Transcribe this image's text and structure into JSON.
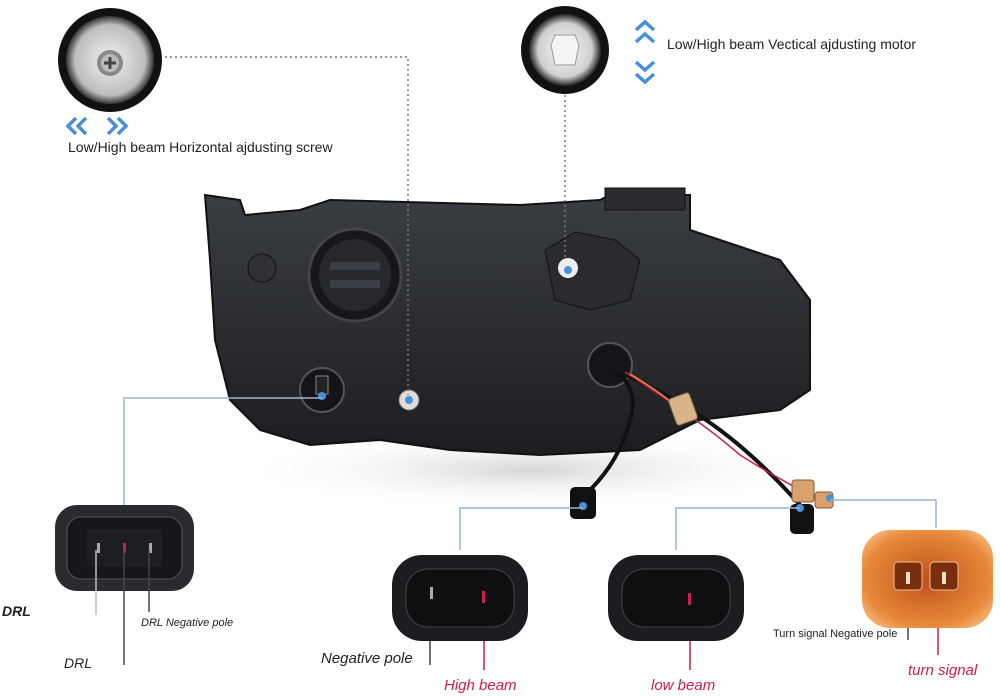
{
  "labels": {
    "horizontal_screw": "Low/High beam Horizontal ajdusting screw",
    "vertical_motor": "Low/High beam Vectical ajdusting motor",
    "drl_left": "DRL",
    "drl_negative": "DRL Negative pole",
    "drl_bottom": "DRL",
    "negative_pole": "Negative pole",
    "high_beam": "High beam",
    "low_beam": "low beam",
    "turn_negative": "Turn signal Negative pole",
    "turn_signal": "turn signal"
  },
  "colors": {
    "accent_blue": "#4a90d9",
    "pin_red": "#c8204a",
    "connector_orange": "#e8893a",
    "housing": "#2a2c30"
  },
  "icons": [
    "screw-closeup-icon",
    "motor-closeup-icon",
    "chevron-left-icon",
    "chevron-right-icon",
    "chevron-up-icon",
    "chevron-down-icon"
  ]
}
